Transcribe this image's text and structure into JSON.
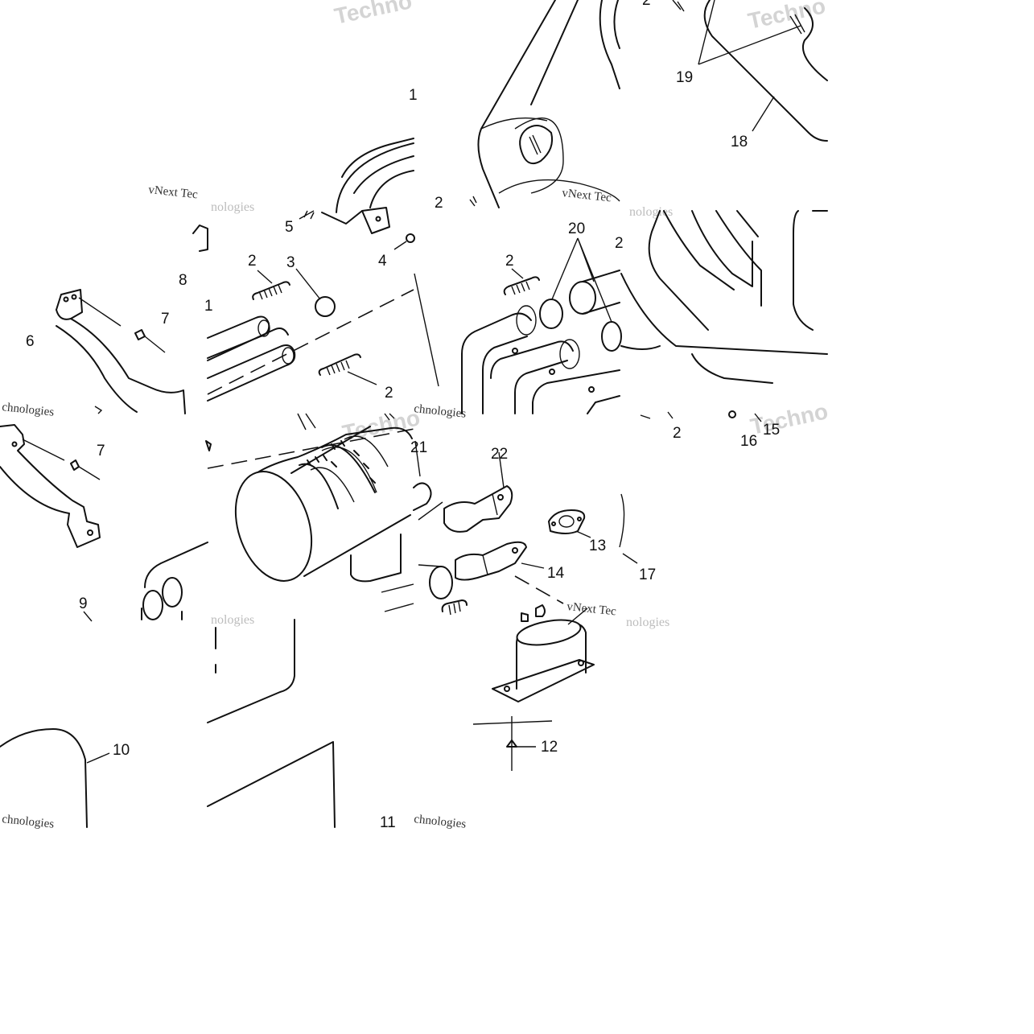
{
  "callouts": {
    "c1a": "1",
    "c1b": "1",
    "c2a": "2",
    "c2b": "2",
    "c2c": "2",
    "c2d": "2",
    "c2e": "2",
    "c2f": "2",
    "c2g": "2",
    "c3": "3",
    "c4": "4",
    "c5": "5",
    "c6": "6",
    "c7a": "7",
    "c7b": "7",
    "c8": "8",
    "c9": "9",
    "c10": "10",
    "c11": "11",
    "c12": "12",
    "c13": "13",
    "c14": "14",
    "c15": "15",
    "c16": "16",
    "c17": "17",
    "c18": "18",
    "c19": "19",
    "c20": "20",
    "c21": "21",
    "c22": "22"
  },
  "watermarks": {
    "brand_top": "Techno",
    "brand_mid": "Techno",
    "brand_right": "Techno",
    "vnext_a": "vNext Tec",
    "vnext_b": "vNext Tec",
    "vnext_c": "vNext Tec",
    "nologies_a": "chnologies",
    "nologies_b": "chnologies",
    "nologies_c": "chnologies",
    "nologies_d": "nologies",
    "nologies_e": "nologies",
    "nologies_f": "nologies"
  }
}
